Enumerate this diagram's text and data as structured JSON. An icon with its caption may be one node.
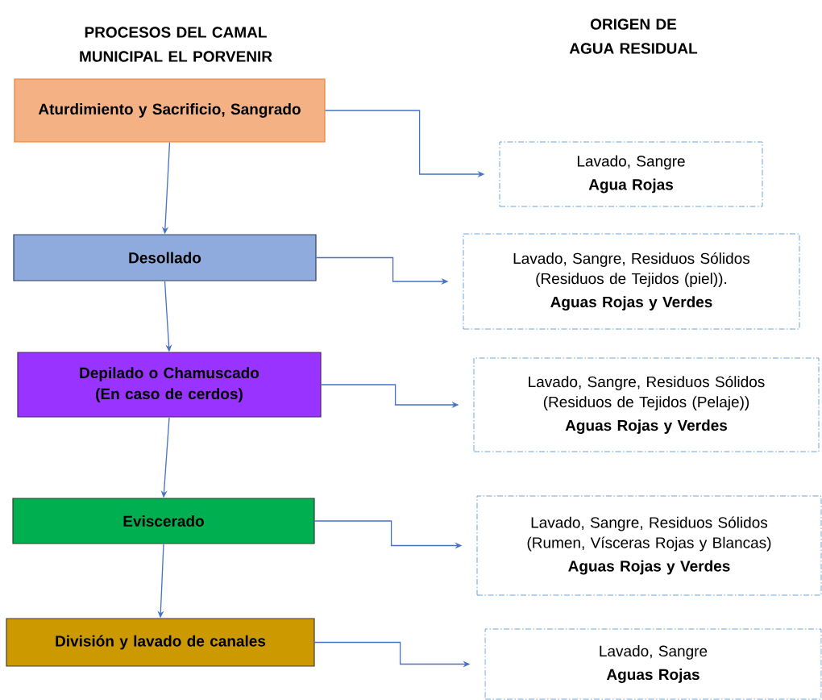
{
  "diagram": {
    "nodes": [
      {
        "text": [
          "Aturdimiento y Sacrificio, Sangrado"
        ]
      },
      {
        "text": [
          "Lavado, Sangre",
          "Agua Rojas"
        ]
      },
      {
        "text": [
          "Desollado"
        ]
      },
      {
        "text": [
          "Lavado, Sangre, Residuos Sólidos (Residuos de Tejidos (piel)).",
          "Aguas Rojas y Verdes"
        ]
      },
      {
        "text": [
          "Depilado o Chamuscado (En caso de cerdos)"
        ]
      },
      {
        "text": [
          "Lavado, Sangre, Residuos Sólidos (Residuos de Tejidos (Pelaje))",
          "Aguas Rojas y Verdes"
        ]
      },
      {
        "text": [
          "Eviscerado"
        ]
      },
      {
        "text": [
          "Lavado, Sangre, Residuos Sólidos (Rumen, Vísceras Rojas y Blancas)",
          "Aguas Rojas y Verdes"
        ]
      },
      {
        "text": [
          "División y lavado de canales"
        ]
      },
      {
        "text": [
          "Lavado, Sangre",
          "Aguas Rojas"
        ]
      }
    ],
    "edges": [
      {
        "from": 0,
        "to": 2,
        "arrow": "to"
      },
      {
        "from": 2,
        "to": 4,
        "arrow": "to"
      },
      {
        "from": 4,
        "to": 6,
        "arrow": "to"
      },
      {
        "from": 6,
        "to": 8,
        "arrow": "to"
      },
      {
        "from": 0,
        "to": 1,
        "arrow": "to"
      },
      {
        "from": 2,
        "to": 3,
        "arrow": "to"
      },
      {
        "from": 4,
        "to": 5,
        "arrow": "to"
      },
      {
        "from": 6,
        "to": 7,
        "arrow": "to"
      },
      {
        "from": 8,
        "to": 9,
        "arrow": "to"
      }
    ],
    "labels": [
      "PROCESOS DEL CAMAL MUNICIPAL EL PORVENIR",
      "ORIGEN DE AGUA RESIDUAL"
    ]
  }
}
